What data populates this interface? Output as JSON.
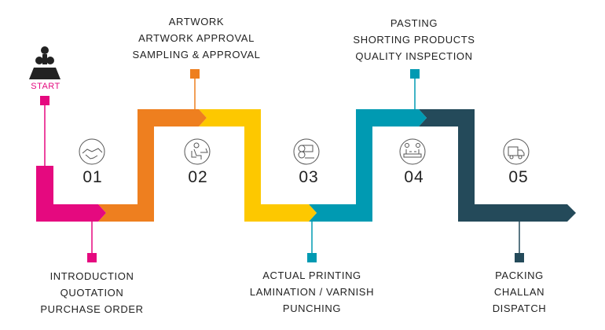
{
  "start_label": "START",
  "colors": {
    "pink": "#e5097f",
    "orange": "#ee7f1f",
    "yellow": "#fdc800",
    "teal": "#009ab2",
    "dark": "#244a5a"
  },
  "steps": [
    {
      "number": "01",
      "icon": "handshake-icon",
      "lines": [
        "INTRODUCTION",
        "QUOTATION",
        "PURCHASE ORDER"
      ]
    },
    {
      "number": "02",
      "icon": "designer-at-desk-icon",
      "lines": [
        "ARTWORK",
        "ARTWORK APPROVAL",
        "SAMPLING & APPROVAL"
      ]
    },
    {
      "number": "03",
      "icon": "printing-rollers-icon",
      "lines": [
        "ACTUAL PRINTING",
        "LAMINATION / VARNISH",
        "PUNCHING"
      ]
    },
    {
      "number": "04",
      "icon": "workers-conveyor-icon",
      "lines": [
        "PASTING",
        "SHORTING PRODUCTS",
        "QUALITY INSPECTION"
      ]
    },
    {
      "number": "05",
      "icon": "delivery-truck-icon",
      "lines": [
        "PACKING",
        "CHALLAN",
        "DISPATCH"
      ]
    }
  ]
}
